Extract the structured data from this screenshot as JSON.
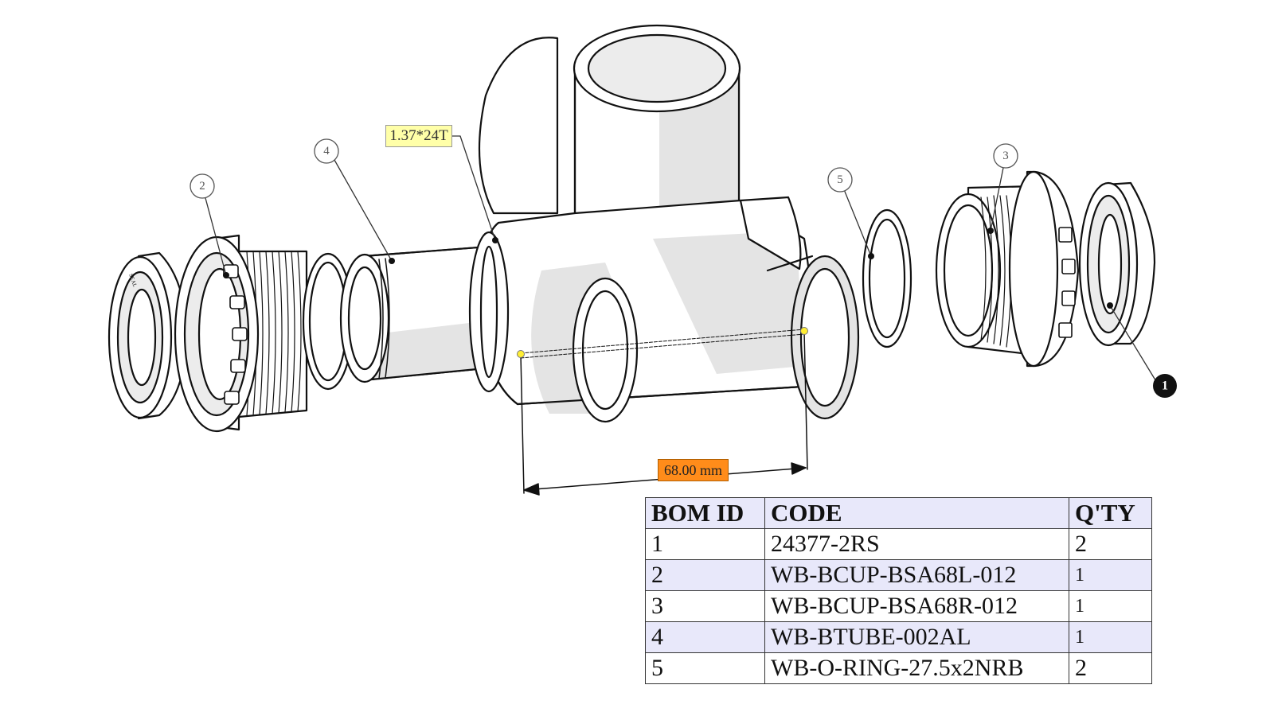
{
  "thread_label": "1.37*24T",
  "dimension_label": "68.00 mm",
  "callouts": [
    "1",
    "2",
    "3",
    "4",
    "5"
  ],
  "bom": {
    "headers": [
      "BOM ID",
      "CODE",
      "Q'TY"
    ],
    "rows": [
      [
        "1",
        "24377-2RS",
        "2"
      ],
      [
        "2",
        "WB-BCUP-BSA68L-012",
        "1"
      ],
      [
        "3",
        "WB-BCUP-BSA68R-012",
        "1"
      ],
      [
        "4",
        "WB-BTUBE-002AL",
        "1"
      ],
      [
        "5",
        "WB-O-RING-27.5x2NRB",
        "2"
      ]
    ]
  },
  "colors": {
    "shell_shade": "#e4e4e4",
    "outline": "#111111",
    "thread_tag": "#ffffa8",
    "dimension_tag": "#ff8c1a",
    "table_stripe": "#e8e8fa"
  }
}
